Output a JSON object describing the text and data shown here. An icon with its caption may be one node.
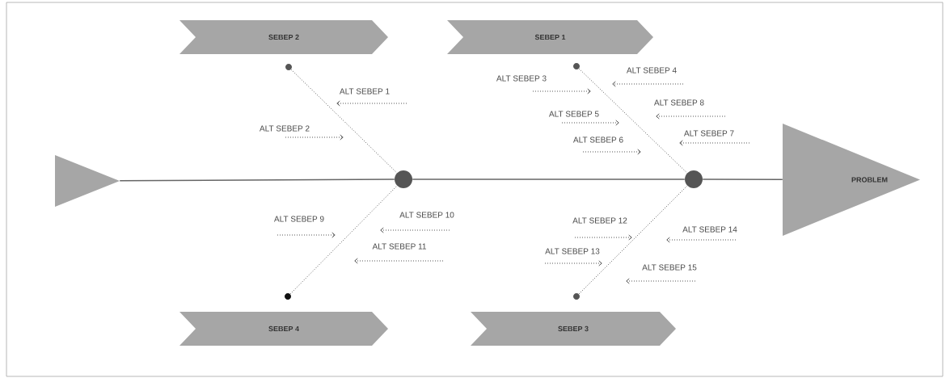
{
  "diagram": {
    "nodes": [
      {
        "text": [
          "SEBEP 2"
        ]
      },
      {
        "text": [
          "SEBEP 1"
        ]
      },
      {
        "text": [
          "SEBEP 4"
        ]
      },
      {
        "text": [
          "SEBEP 3"
        ]
      },
      {
        "text": [],
        "shape": "triangle"
      },
      {
        "text": [
          "PROBLEM"
        ]
      },
      {
        "text": [],
        "shape": "circle"
      },
      {
        "text": [],
        "shape": "circle"
      },
      {
        "text": [],
        "shape": "circle"
      },
      {
        "text": [],
        "shape": "circle"
      },
      {
        "text": [],
        "shape": "circle"
      },
      {
        "text": [],
        "shape": "circle"
      }
    ],
    "edges": [
      {
        "from": 4,
        "to": 6,
        "arrow": "none"
      },
      {
        "from": 6,
        "to": 7,
        "arrow": "none"
      },
      {
        "from": 7,
        "to": 5,
        "arrow": "none"
      },
      {
        "from": 8,
        "to": 6,
        "arrow": "none",
        "style": "dashed"
      },
      {
        "from": 10,
        "to": 6,
        "arrow": "none",
        "style": "dashed"
      },
      {
        "from": 9,
        "to": 7,
        "arrow": "none",
        "style": "dashed"
      },
      {
        "from": 11,
        "to": 7,
        "arrow": "none",
        "style": "dashed"
      }
    ],
    "labels": [
      "ALT SEBEP 1",
      "ALT SEBEP 2",
      "ALT SEBEP 3",
      "ALT SEBEP 4",
      "ALT SEBEP 5",
      "ALT SEBEP 6",
      "ALT SEBEP 7",
      "ALT SEBEP 8",
      "ALT SEBEP 9",
      "ALT SEBEP 10",
      "ALT SEBEP 11",
      "ALT SEBEP 12",
      "ALT SEBEP 13",
      "ALT SEBEP 14",
      "ALT SEBEP 15"
    ]
  }
}
